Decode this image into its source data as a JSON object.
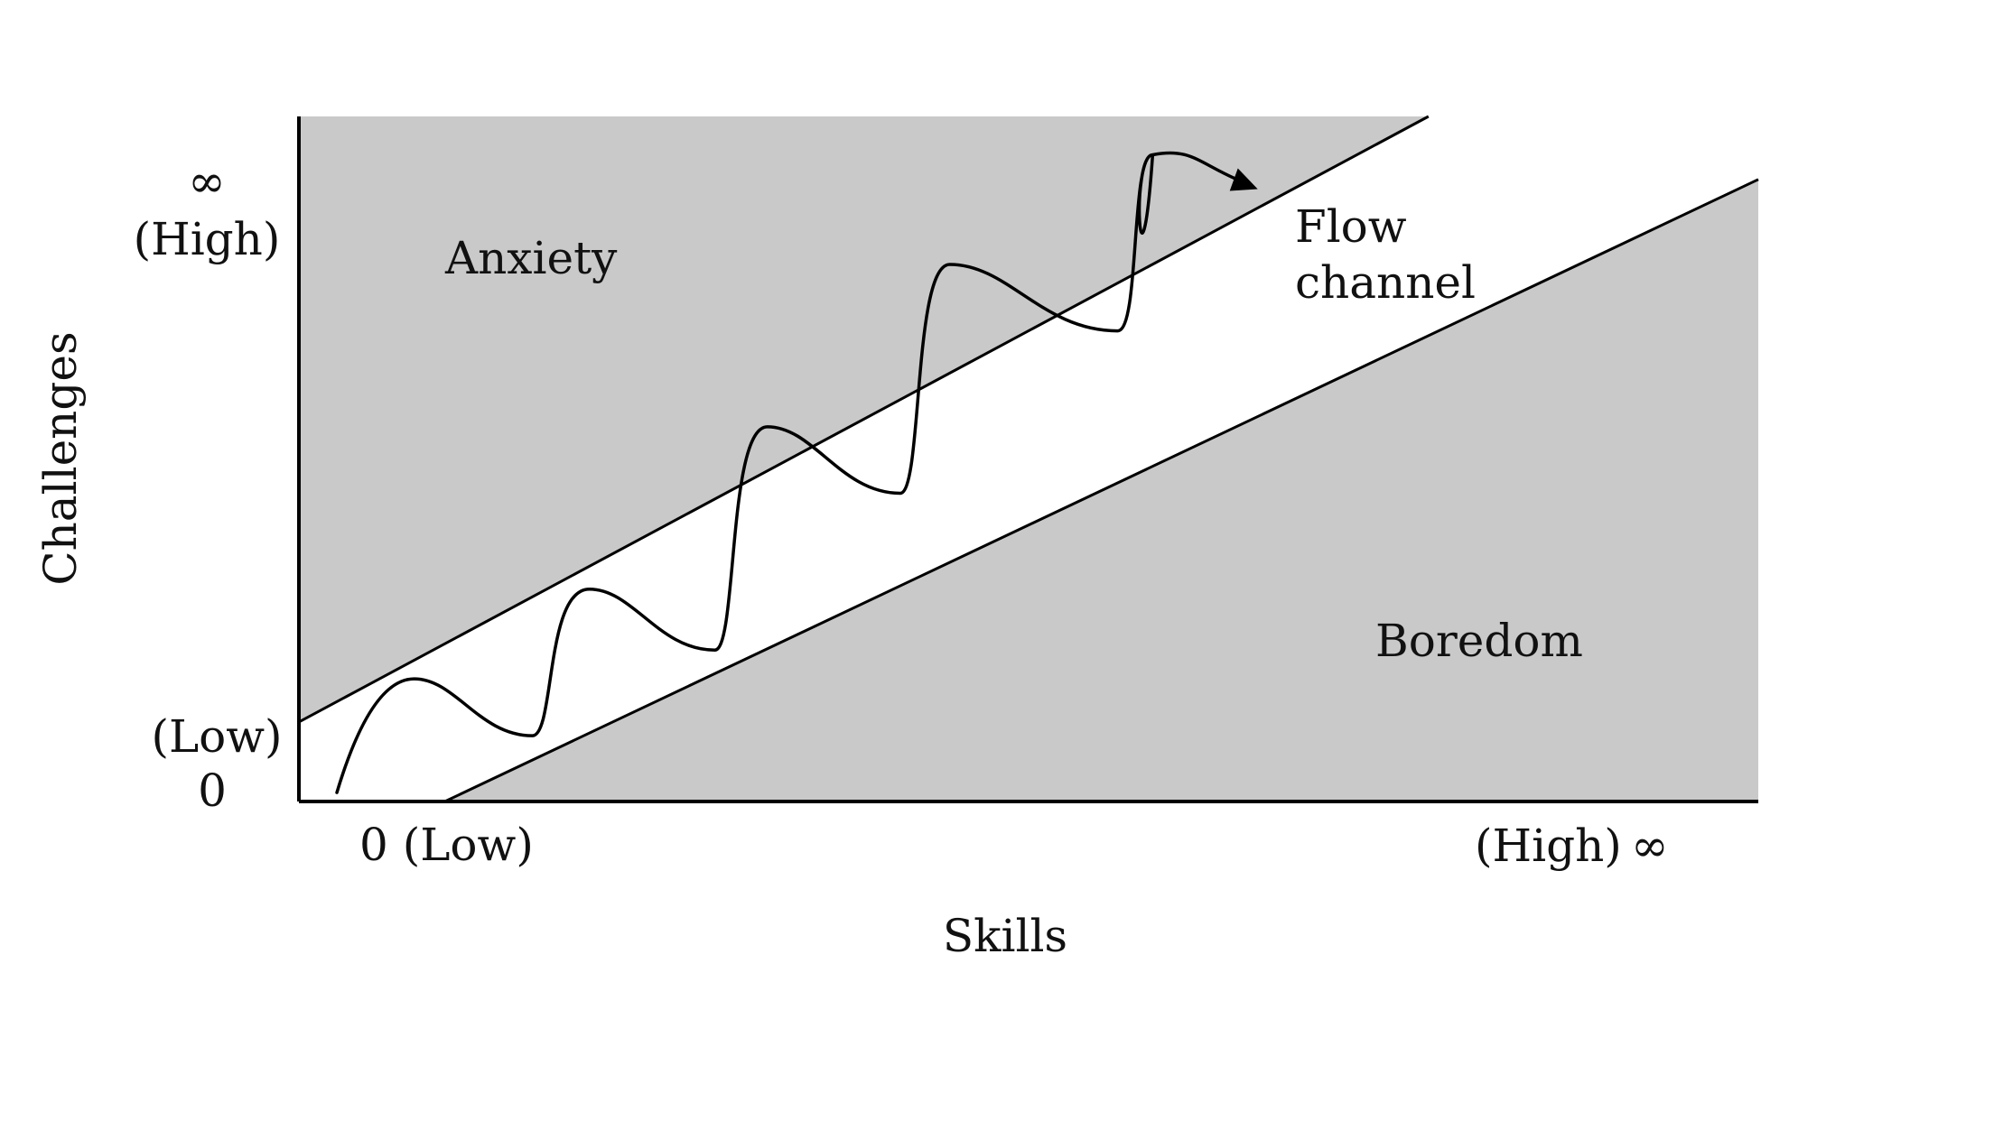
{
  "title": "Flow channel diagram",
  "colors": {
    "region_fill": "#c9c9c9",
    "line": "#000000",
    "background": "#ffffff",
    "text": "#111111"
  },
  "axes": {
    "x_label": "Skills",
    "y_label": "Challenges",
    "x_low": "0 (Low)",
    "x_high": "(High)",
    "x_high_symbol": "∞",
    "y_low": "(Low)",
    "y_low_symbol": "0",
    "y_high": "(High)",
    "y_high_symbol": "∞"
  },
  "regions": {
    "anxiety": "Anxiety",
    "flow_line1": "Flow",
    "flow_line2": "channel",
    "boredom": "Boredom"
  },
  "chart_data": {
    "type": "line",
    "title": "",
    "xlabel": "Skills",
    "ylabel": "Challenges",
    "xlim": [
      0,
      1
    ],
    "ylim": [
      0,
      1
    ],
    "x_tick_labels": [
      "0 (Low)",
      "(High) ∞"
    ],
    "y_tick_labels": [
      "(Low) 0",
      "∞ (High)"
    ],
    "grid": false,
    "series": [
      {
        "name": "Anxiety boundary (upper edge of flow channel)",
        "points": [
          [
            0.0,
            0.116
          ],
          [
            0.774,
            1.0
          ]
        ]
      },
      {
        "name": "Boredom boundary (lower edge of flow channel)",
        "points": [
          [
            0.1,
            0.0
          ],
          [
            1.0,
            0.908
          ]
        ]
      },
      {
        "name": "Flow path (oscillating progression with arrow)",
        "points": [
          [
            0.026,
            0.013
          ],
          [
            0.079,
            0.179
          ],
          [
            0.16,
            0.096
          ],
          [
            0.199,
            0.31
          ],
          [
            0.285,
            0.221
          ],
          [
            0.321,
            0.547
          ],
          [
            0.412,
            0.45
          ],
          [
            0.446,
            0.784
          ],
          [
            0.561,
            0.687
          ],
          [
            0.585,
            0.944
          ],
          [
            0.657,
            0.894
          ]
        ]
      }
    ],
    "annotations": [
      {
        "text": "Anxiety",
        "region": "upper-left (above channel)"
      },
      {
        "text": "Flow channel",
        "region": "inside channel, upper-right"
      },
      {
        "text": "Boredom",
        "region": "lower-right (below channel)"
      }
    ]
  }
}
